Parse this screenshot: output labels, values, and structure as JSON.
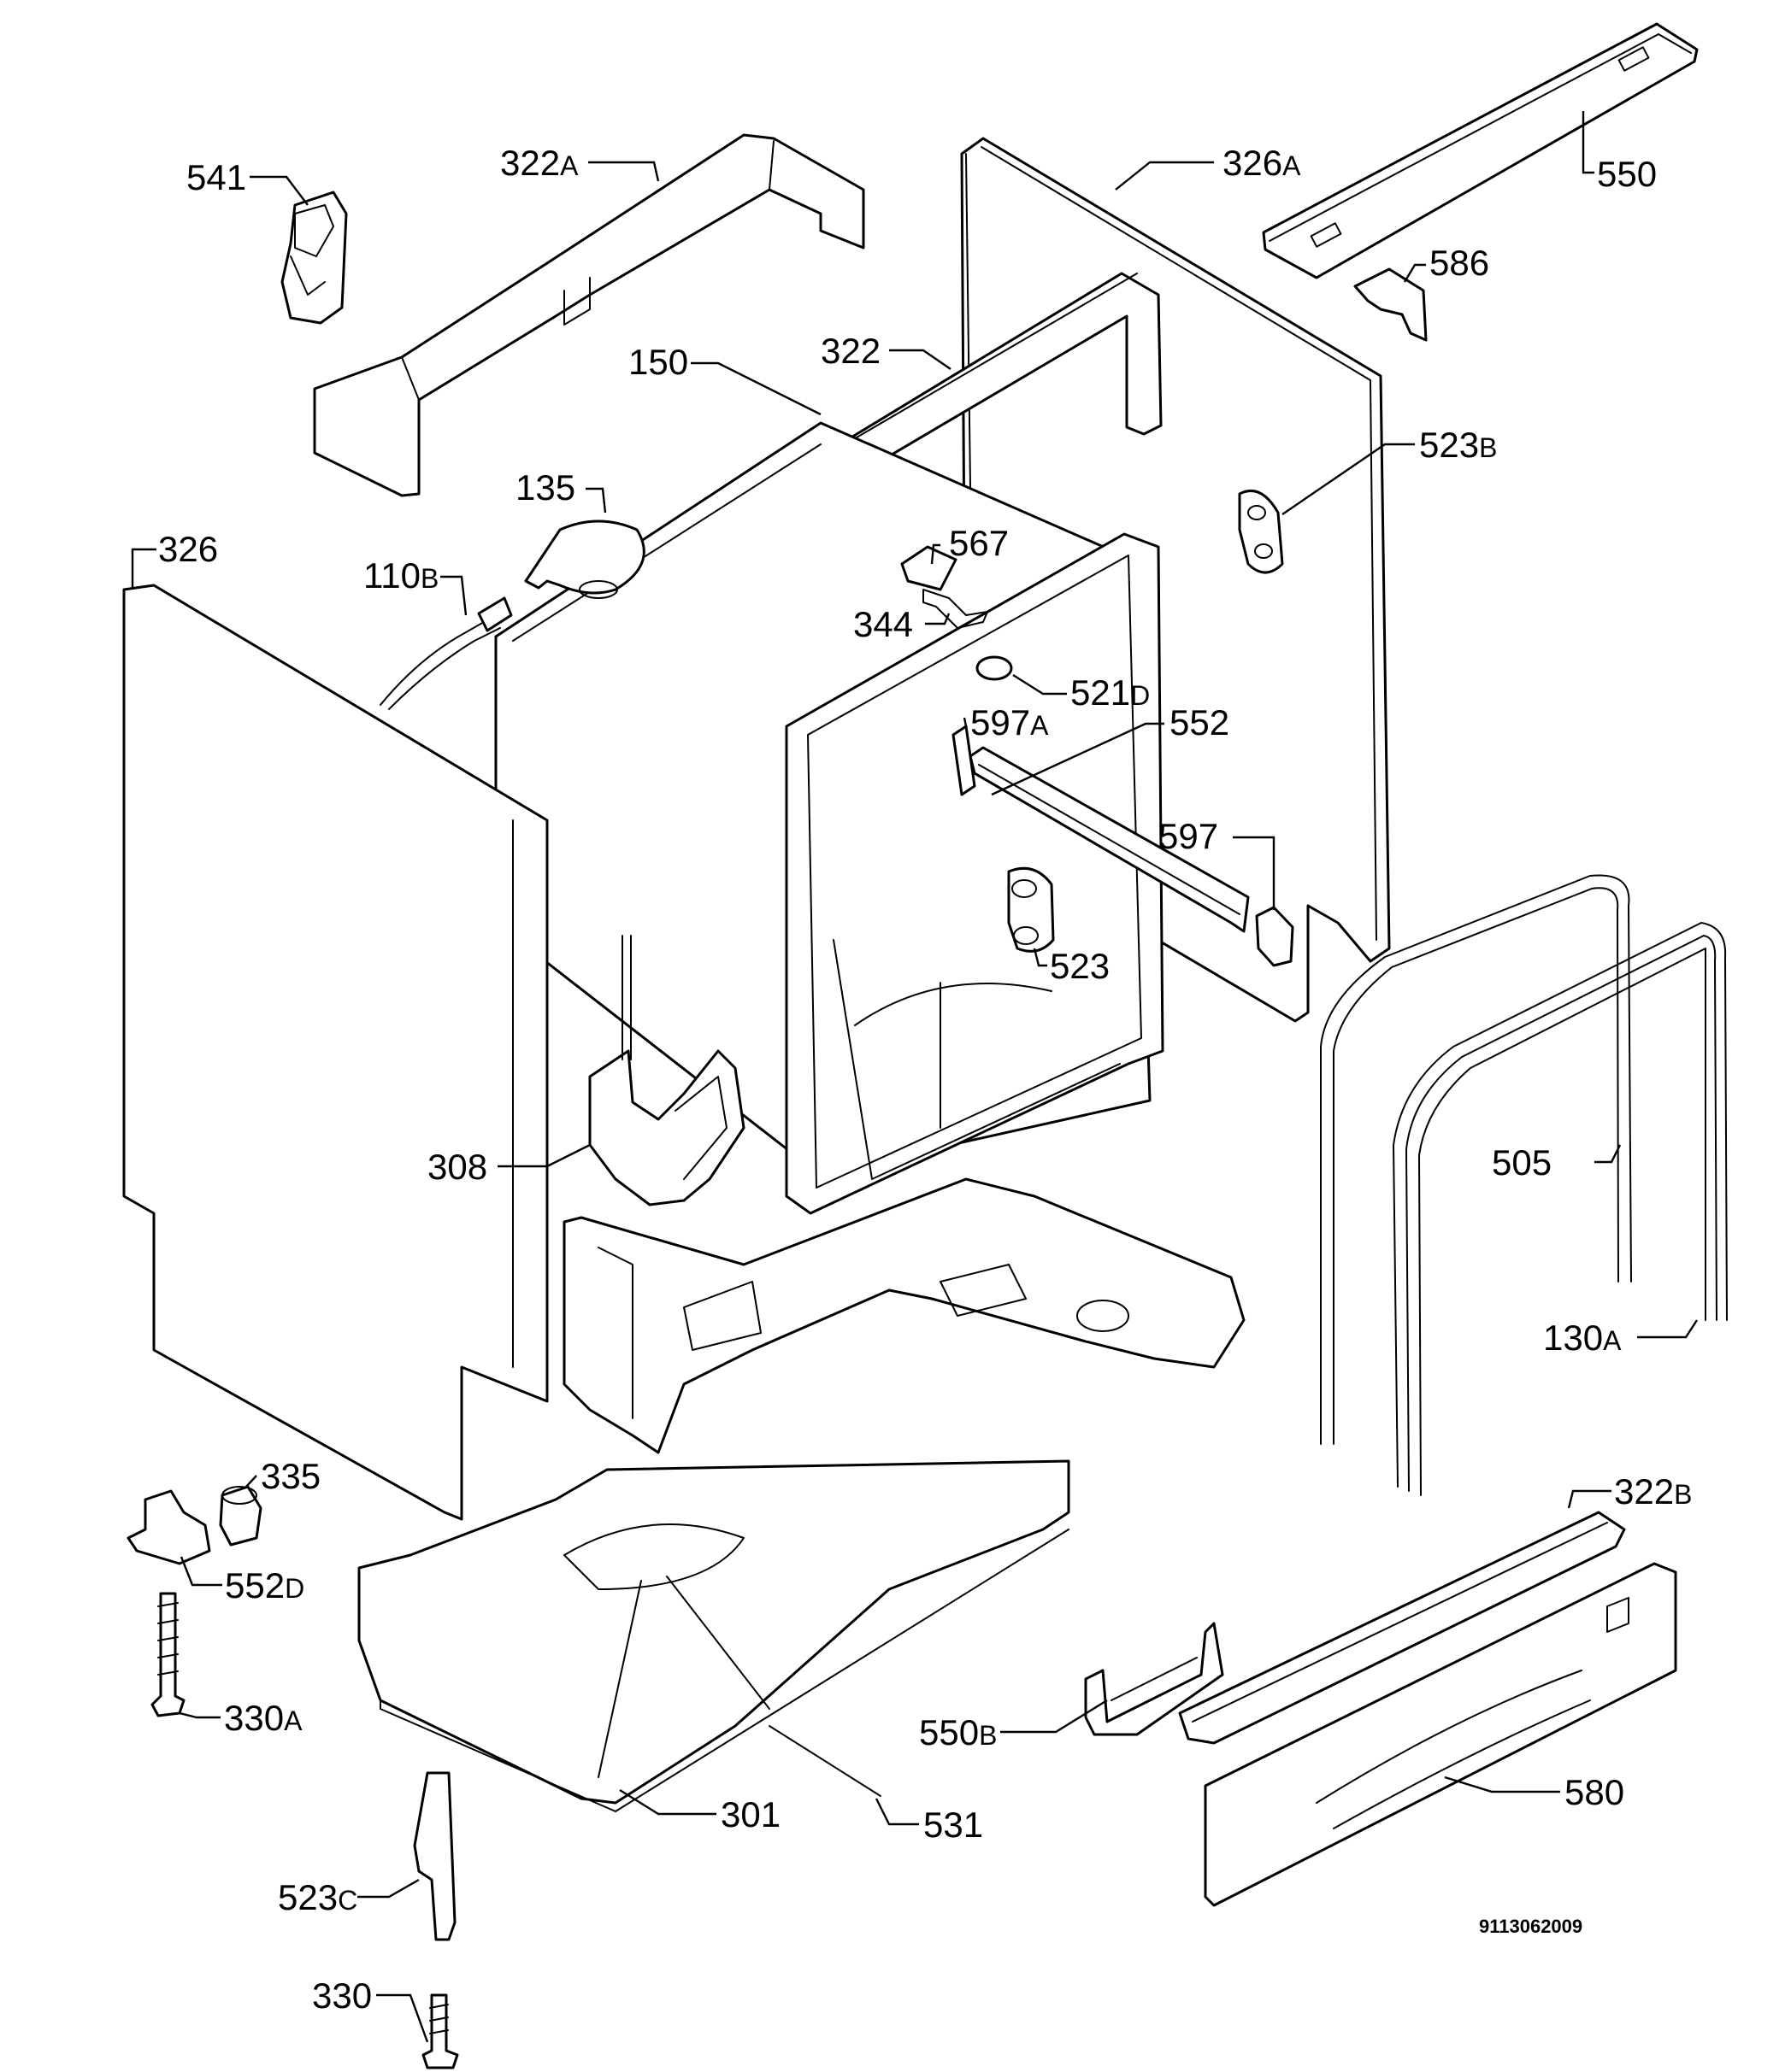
{
  "labels": {
    "p541": {
      "num": "541",
      "sfx": ""
    },
    "p322a": {
      "num": "322",
      "sfx": "A"
    },
    "p326a": {
      "num": "326",
      "sfx": "A"
    },
    "p550": {
      "num": "550",
      "sfx": ""
    },
    "p586": {
      "num": "586",
      "sfx": ""
    },
    "p150": {
      "num": "150",
      "sfx": ""
    },
    "p322": {
      "num": "322",
      "sfx": ""
    },
    "p523b": {
      "num": "523",
      "sfx": "B"
    },
    "p135": {
      "num": "135",
      "sfx": ""
    },
    "p567": {
      "num": "567",
      "sfx": ""
    },
    "p326": {
      "num": "326",
      "sfx": ""
    },
    "p110b": {
      "num": "110",
      "sfx": "B"
    },
    "p344": {
      "num": "344",
      "sfx": ""
    },
    "p521d": {
      "num": "521",
      "sfx": "D"
    },
    "p597a": {
      "num": "597",
      "sfx": "A"
    },
    "p552": {
      "num": "552",
      "sfx": ""
    },
    "p597": {
      "num": "597",
      "sfx": ""
    },
    "p523": {
      "num": "523",
      "sfx": ""
    },
    "p505": {
      "num": "505",
      "sfx": ""
    },
    "p308": {
      "num": "308",
      "sfx": ""
    },
    "p130a": {
      "num": "130",
      "sfx": "A"
    },
    "p335": {
      "num": "335",
      "sfx": ""
    },
    "p322b": {
      "num": "322",
      "sfx": "B"
    },
    "p552d": {
      "num": "552",
      "sfx": "D"
    },
    "p330a": {
      "num": "330",
      "sfx": "A"
    },
    "p550b": {
      "num": "550",
      "sfx": "B"
    },
    "p580": {
      "num": "580",
      "sfx": ""
    },
    "p301": {
      "num": "301",
      "sfx": ""
    },
    "p531": {
      "num": "531",
      "sfx": ""
    },
    "p523c": {
      "num": "523",
      "sfx": "C"
    },
    "p330": {
      "num": "330",
      "sfx": ""
    }
  },
  "doc_number": "9113062009"
}
